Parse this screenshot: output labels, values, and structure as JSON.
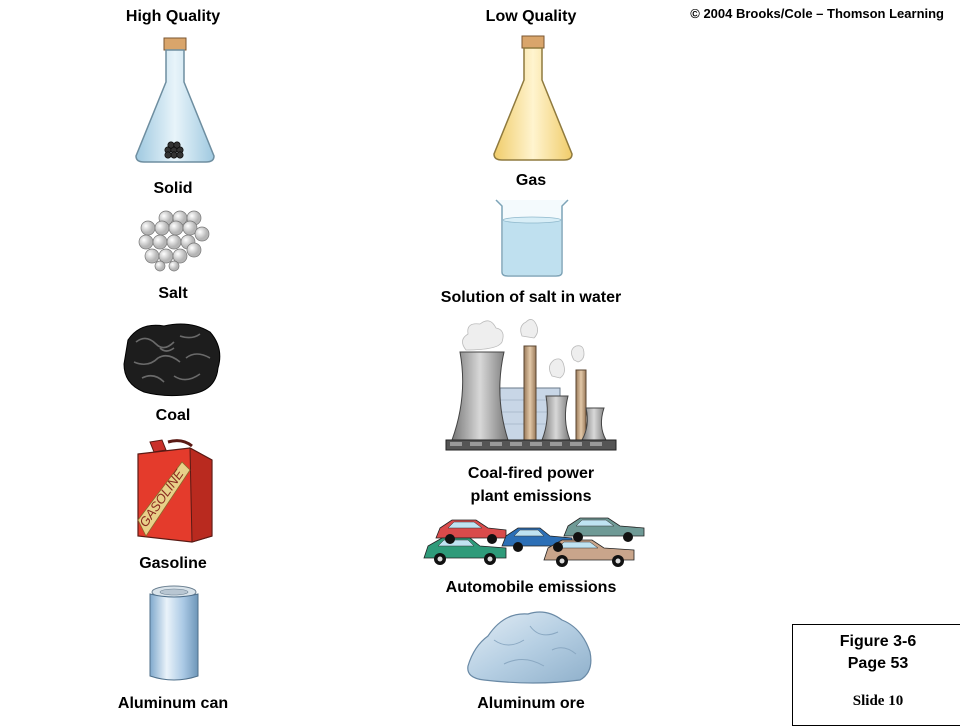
{
  "headers": {
    "high": "High Quality",
    "low": "Low Quality"
  },
  "copyright": "© 2004 Brooks/Cole – Thomson Learning",
  "high_items": [
    {
      "label": "Solid",
      "icon": "flask-with-solid-icon"
    },
    {
      "label": "Salt",
      "icon": "salt-crystal-spheres-icon"
    },
    {
      "label": "Coal",
      "icon": "coal-lump-icon"
    },
    {
      "label": "Gasoline",
      "icon": "gasoline-can-icon"
    },
    {
      "label": "Aluminum can",
      "icon": "aluminum-can-icon"
    }
  ],
  "low_items": [
    {
      "label": "Gas",
      "icon": "flask-with-gas-icon"
    },
    {
      "label": "Solution of salt in water",
      "icon": "beaker-icon"
    },
    {
      "label_line1": "Coal-fired power",
      "label_line2": "plant emissions",
      "icon": "power-plant-icon"
    },
    {
      "label": "Automobile emissions",
      "icon": "cars-icon"
    },
    {
      "label": "Aluminum ore",
      "icon": "aluminum-ore-icon"
    }
  ],
  "gasoline_can_text": "GASOLINE",
  "figure": {
    "line1": "Figure 3-6",
    "line2": "Page 53",
    "slide": "Slide 10"
  },
  "colors": {
    "flask_blue": "#cfe6f2",
    "flask_yellow": "#f7df8c",
    "can_red": "#e43b2c",
    "can_silver": "#a9c8e4",
    "ore": "#b6cfe3"
  }
}
